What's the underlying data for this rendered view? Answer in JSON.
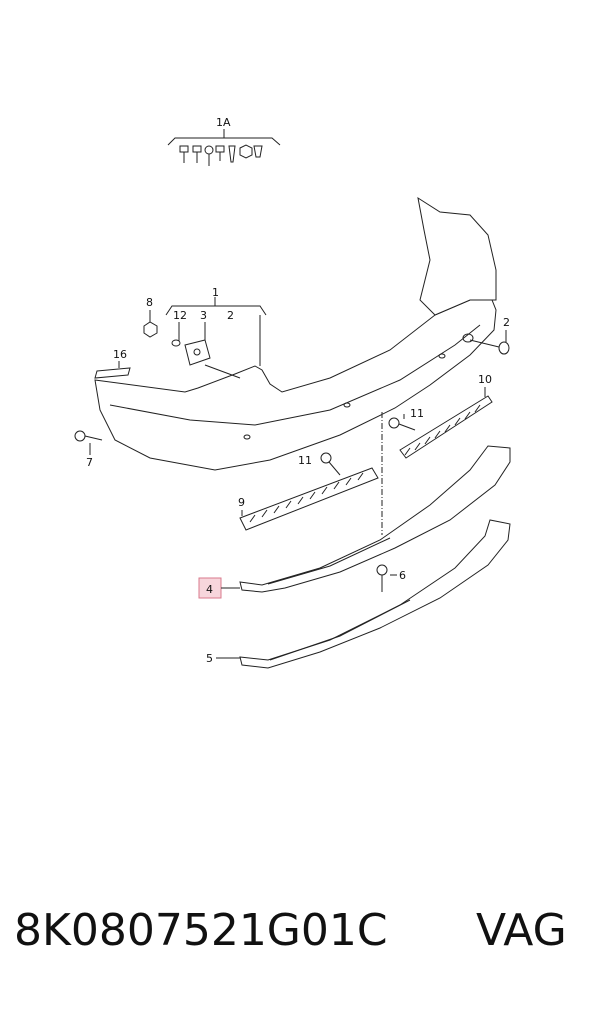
{
  "labels": {
    "l1A": "1A",
    "l1": "1",
    "l2": "2",
    "l2r": "2",
    "l3": "3",
    "l4": "4",
    "l5": "5",
    "l6": "6",
    "l7": "7",
    "l8": "8",
    "l9": "9",
    "l10": "10",
    "l11a": "11",
    "l11b": "11",
    "l12": "12",
    "l16": "16"
  },
  "footer": {
    "part_number": "8K0807521G01C",
    "brand": "VAG"
  },
  "highlight": {
    "label": "4",
    "color": "#f7d6dc"
  }
}
